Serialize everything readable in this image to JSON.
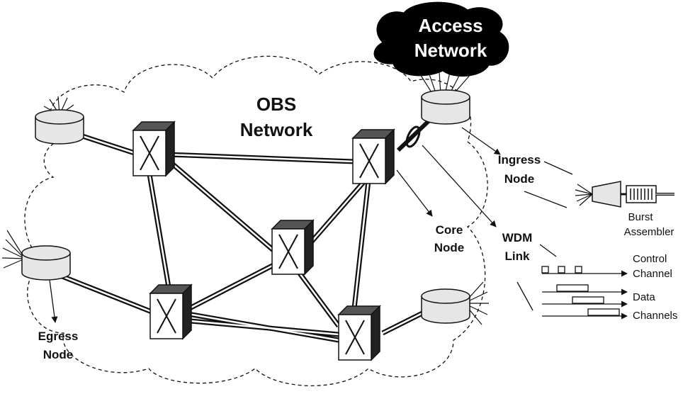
{
  "labels": {
    "access_line1": "Access",
    "access_line2": "Network",
    "obs_line1": "OBS",
    "obs_line2": "Network",
    "ingress_line1": "Ingress",
    "ingress_line2": "Node",
    "core_line1": "Core",
    "core_line2": "Node",
    "wdm_line1": "WDM",
    "wdm_line2": "Link",
    "egress_line1": "Egress",
    "egress_line2": "Node",
    "burst_line1": "Burst",
    "burst_line2": "Assembler",
    "control_line1": "Control",
    "control_line2": "Channel",
    "data_line1": "Data",
    "data_line2": "Channels"
  },
  "colors": {
    "ink": "#111111",
    "cloud_fill": "#000000",
    "cloud_text": "#ffffff",
    "edge_node_fill": "#e6e6e6",
    "switch_front": "#ffffff",
    "switch_side": "#222222",
    "switch_top": "#555555"
  },
  "icons": {
    "edge_node": "cylinder-router-icon",
    "core_node": "optical-switch-icon",
    "access_cloud": "cloud-icon",
    "burst_assembler": "burst-assembler-icon"
  }
}
